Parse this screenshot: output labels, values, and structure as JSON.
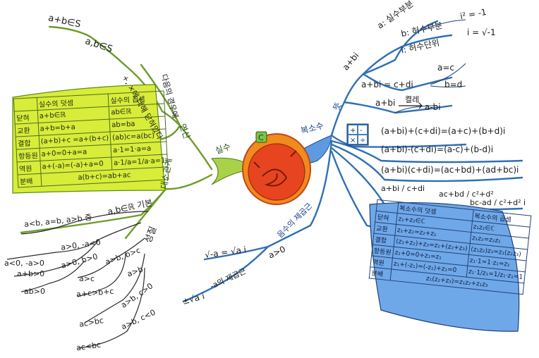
{
  "center": {
    "left_label": "실수",
    "right_label": "복소수"
  },
  "real": {
    "operation": "연산",
    "closure_note": "다음의 경우에",
    "closure_note2": "+, ×에 대해 닫혀있다",
    "a_plus_b": "a+b∈S",
    "a_b": "a,b∈S",
    "order": "대소관계",
    "basic": "a,b∈ℝ 기본",
    "trichotomy": "a<b, a=b, a>b 중",
    "prop": "성질",
    "items": {
      "a_gt0_mneg": "a>0, -a<0",
      "a_lt0_mneg": "a<0, -a>0",
      "ab_pos": "a>0, b>0",
      "apb_pos": "a+b>0",
      "ab_gt0": "ab>0",
      "a_gt_b": "a>b, b>c",
      "a_gt_c": "a>c",
      "a_gt_b2": "a>b",
      "apc": "a+c>b+c",
      "ab_c_pos": "a>b, c>0",
      "ac_bc": "ac>bc",
      "ab_c_neg": "a>b, c<0",
      "ac_lt_bc": "ac<bc"
    },
    "table": {
      "h_add": "실수의 덧셈",
      "h_mul": "실수의 곱셈",
      "rows": [
        [
          "닫혀",
          "a+b∈ℝ",
          "ab∈ℝ"
        ],
        [
          "교환",
          "a+b=b+a",
          "ab=ba"
        ],
        [
          "결합",
          "(a+b)+c =a+(b+c)",
          "(ab)c=a(bc)"
        ],
        [
          "항등원",
          "a+0=0+a=a",
          "a·1=1·a=a"
        ],
        [
          "역원",
          "a+(-a)=(-a)+a=0",
          "a·1/a=1/a·a=1"
        ],
        [
          "분배",
          "a(b+c)=ab+ac",
          ""
        ]
      ]
    }
  },
  "neg_sqrt": {
    "a_gt0": "a>0",
    "neg_sqrt_label": "음수의 제곱근",
    "sqrt_eq": "√-a = √a i",
    "neg_a": "-a의 제곱근",
    "pm": "±√a i"
  },
  "complex": {
    "def": "뜻",
    "abi": "a+bi",
    "real_part": "a: 실수부분",
    "imag_part": "b: 허수부분",
    "imag_unit": "i: 허수단위",
    "i_sq": "i² = -1",
    "i_sqrt": "i = √-1",
    "eq": "a+bi = c+di",
    "a_eq_c": "a=c",
    "b_eq_d": "b=d",
    "conj_from": "a+bi",
    "conj_label": "켤레",
    "conj_to": "a-bi",
    "ops": [
      "(a+bi)+(c+di)=(a+c)+(b+d)i",
      "(a+bi)-(c+di)=(a-c)+(b-d)i",
      "(a+bi)(c+di)=(ac+bd)+(ad+bc)i"
    ],
    "div_lhs": "a+bi / c+di",
    "div_rhs1": "ac+bd / c²+d²",
    "div_rhs2": "bc-ad / c²+d² i",
    "table": {
      "h_add": "복소수의 덧셈",
      "h_mul": "복소수의 곱셈",
      "rows": [
        [
          "닫혀",
          "z₁+z₂∈ℂ",
          "z₁z₂∈ℂ"
        ],
        [
          "교환",
          "z₁+z₂=z₂+z₁",
          "z₁z₂=z₂z₁"
        ],
        [
          "결합",
          "(z₁+z₂)+z₃=z₁+(z₂+z₃)",
          "(z₁z₂)z₃=z₁(z₂z₃)"
        ],
        [
          "항등원",
          "z₁+0=0+z₁=z₁",
          "z₁·1=1·z₁=z₁"
        ],
        [
          "역원",
          "z₁+(-z₁)=(-z₁)+z₁=0",
          "z₁·1/z₁=1/z₁·z₁=1"
        ],
        [
          "분배",
          "z₁(z₂+z₃)=z₁z₂+z₁z₃",
          ""
        ]
      ]
    }
  },
  "colors": {
    "real_branch": "#6e9b2a",
    "complex_branch": "#2f6fb5",
    "table_green": "#d8ec3a",
    "table_blue": "#6fa8e8",
    "apple_red": "#e4421c",
    "apple_orange": "#f59a1c"
  }
}
